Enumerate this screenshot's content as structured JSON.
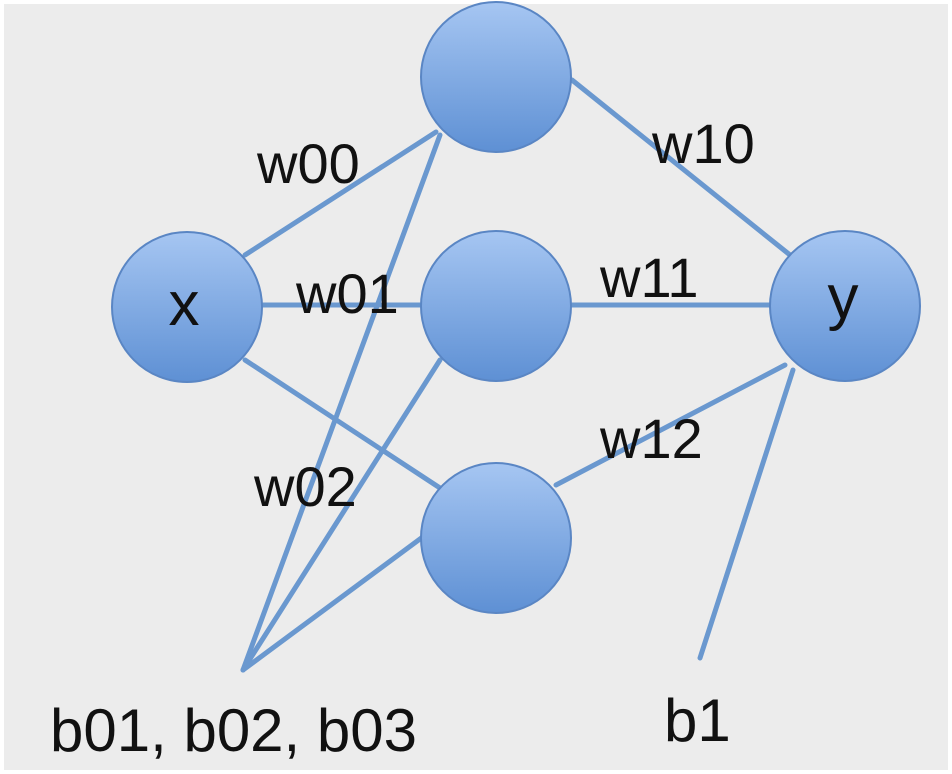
{
  "colors": {
    "background": "#ececec",
    "edge": "#6a98cf",
    "node_light": "#a6c6f2",
    "node_dark": "#5e90d4"
  },
  "nodes": {
    "input": "x",
    "output": "y"
  },
  "weights": {
    "w00": "w00",
    "w01": "w01",
    "w02": "w02",
    "w10": "w10",
    "w11": "w11",
    "w12": "w12"
  },
  "biases": {
    "hidden": "b01, b02, b03",
    "output": "b1"
  }
}
